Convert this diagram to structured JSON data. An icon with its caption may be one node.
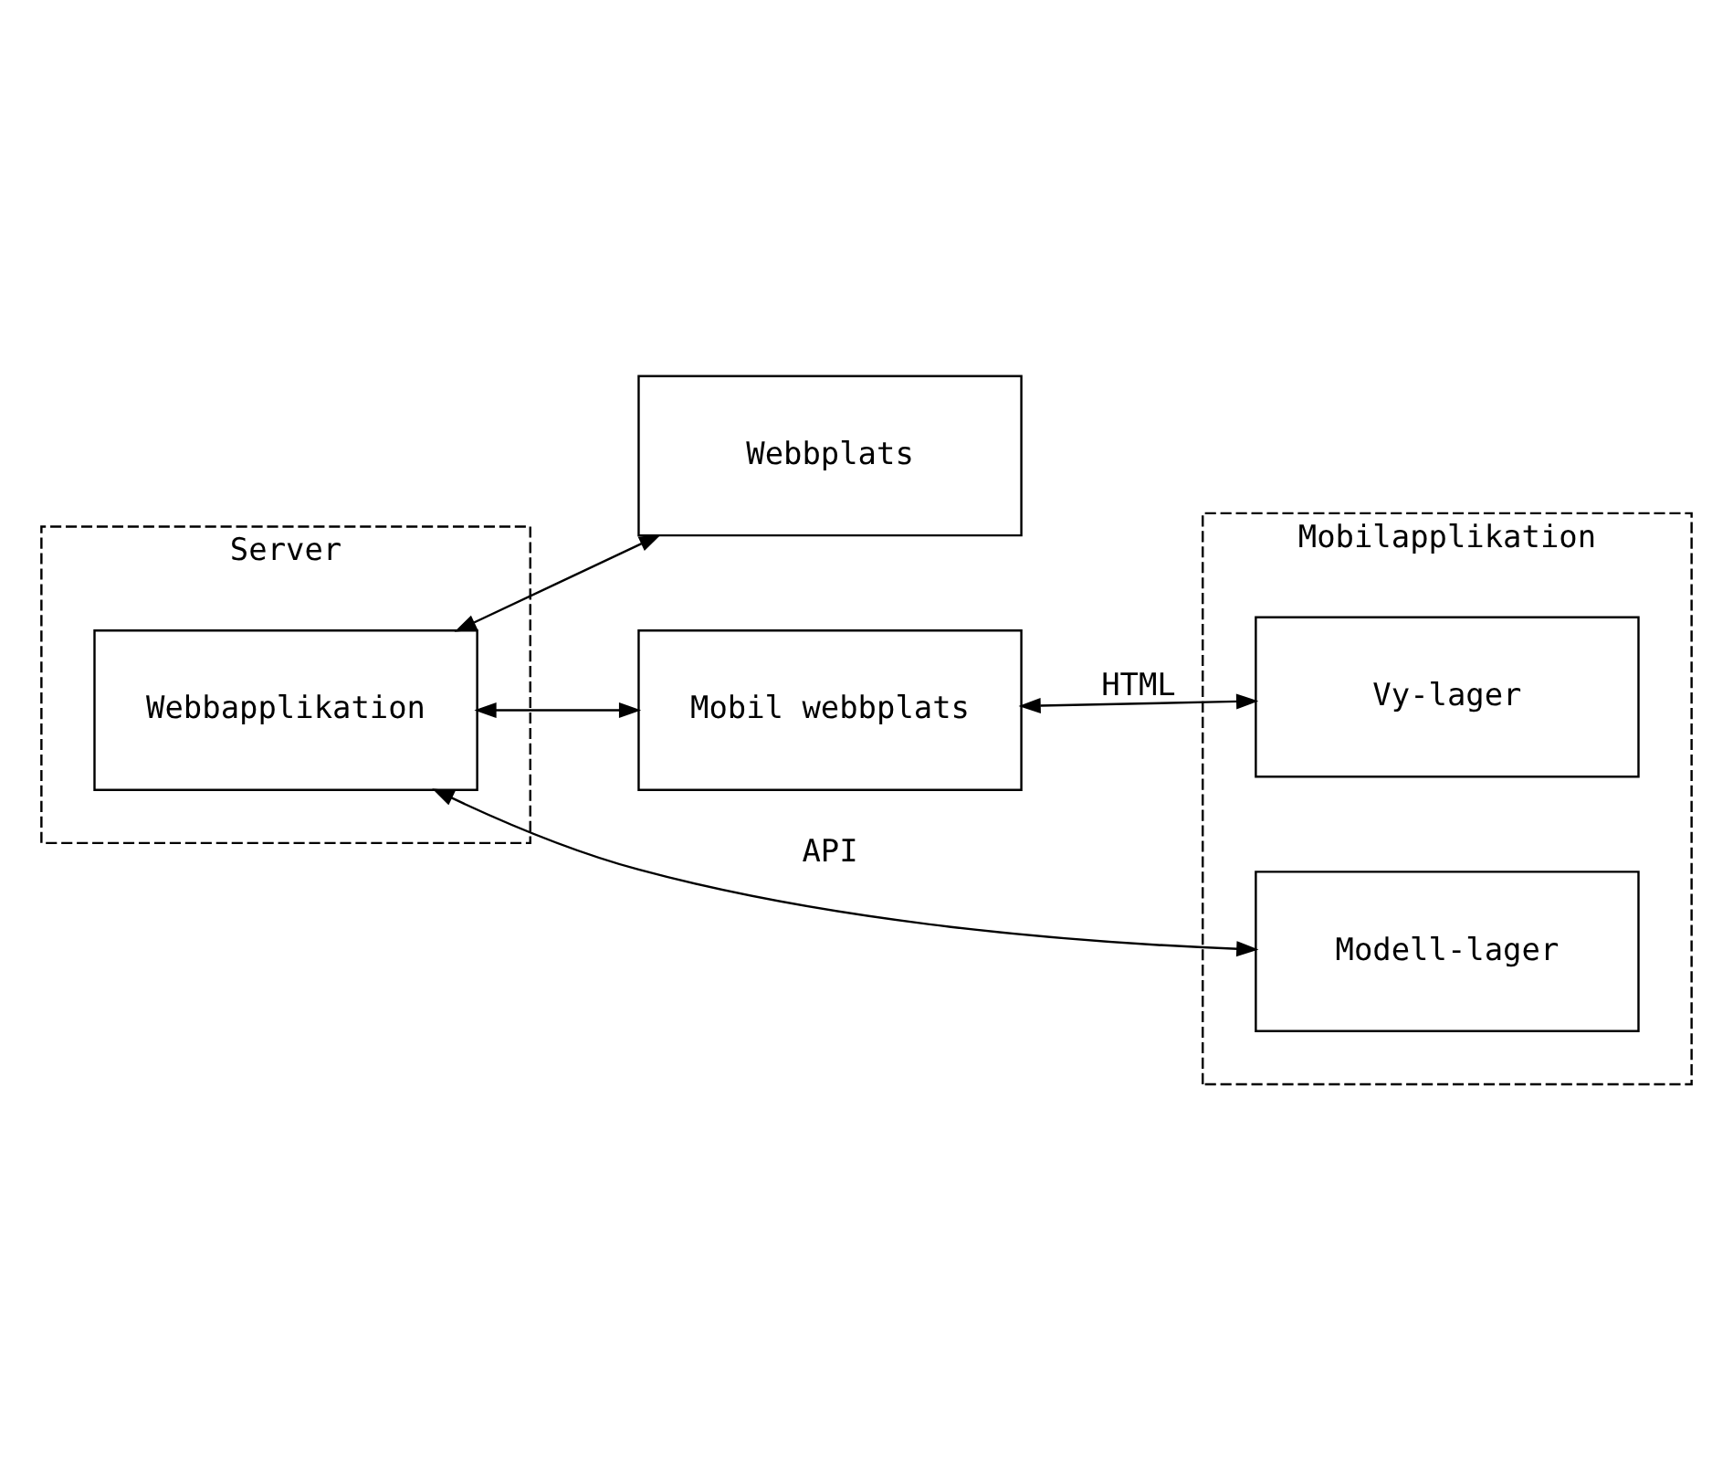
{
  "diagram": {
    "nodes": [
      {
        "text": [
          "Webbplats"
        ]
      },
      {
        "text": [
          "Server"
        ]
      },
      {
        "text": [
          "Webbapplikation"
        ],
        "in": 1
      },
      {
        "text": [
          "Mobil webbplats"
        ]
      },
      {
        "text": [
          "Mobilapplikation"
        ]
      },
      {
        "text": [
          "Vy-lager"
        ],
        "in": 4
      },
      {
        "text": [
          "Modell-lager"
        ],
        "in": 4
      }
    ],
    "edges": [
      {
        "from": 2,
        "to": 0,
        "arrow": "both"
      },
      {
        "from": 2,
        "to": 3,
        "arrow": "both"
      },
      {
        "from": 3,
        "to": 5,
        "arrow": "both",
        "label": "HTML"
      },
      {
        "from": 6,
        "to": 2,
        "arrow": "both",
        "label": "API"
      }
    ]
  }
}
